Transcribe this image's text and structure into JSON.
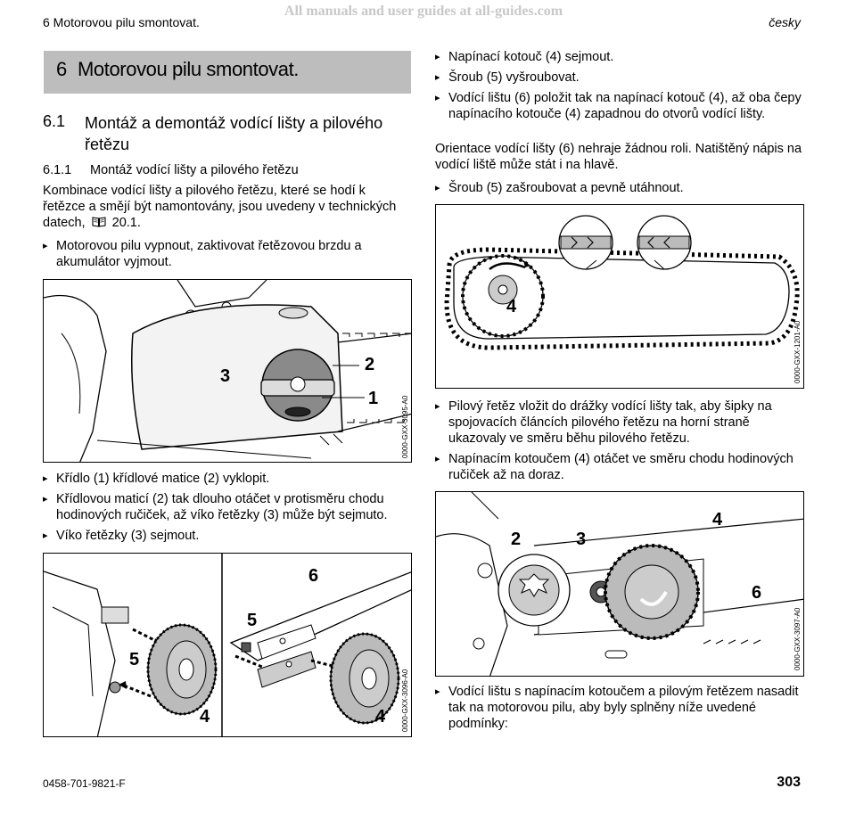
{
  "header": {
    "left": "6 Motorovou pilu smontovat.",
    "right": "česky",
    "watermark": "All manuals and user guides at all-guides.com"
  },
  "chapter": {
    "number": "6",
    "title": "Motorovou pilu smontovat."
  },
  "section": {
    "number": "6.1",
    "title": "Montáž a demontáž vodící lišty a pilového řetězu"
  },
  "subsection": {
    "number": "6.1.1",
    "title": "Montáž vodící lišty a pilového řetězu"
  },
  "left_column": {
    "intro": "Kombinace vodící lišty a pilového řetězu, které se hodí k řetězce a smějí být namontovány, jsou uvedeny v technických datech,",
    "intro_ref": "20.1.",
    "book_icon": "book-icon",
    "bullet_1": "Motorovou pilu vypnout, zaktivovat řetězovou brzdu a akumulátor vyjmout.",
    "bullet_2": "Křídlo (1) křídlové matice (2) vyklopit.",
    "bullet_3": "Křídlovou maticí (2) tak dlouho otáčet v protisměru chodu hodinových ručiček, až víko řetězky (3) může být sejmuto.",
    "bullet_4": "Víko řetězky (3) sejmout."
  },
  "right_column": {
    "bullet_1": "Napínací kotouč (4) sejmout.",
    "bullet_2": "Šroub (5) vyšroubovat.",
    "bullet_3": "Vodící lištu (6) položit tak na napínací kotouč (4), až oba čepy napínacího kotouče (4) zapadnou do otvorů vodící lišty.",
    "para_1": "Orientace vodící lišty (6) nehraje žádnou roli. Natištěný nápis na vodící liště může stát i na hlavě.",
    "bullet_4": "Šroub (5) zašroubovat a pevně utáhnout.",
    "bullet_5": "Pilový řetěz vložit do drážky vodící lišty tak, aby šipky na spojovacích článcích pilového řetězu na horní straně ukazovaly ve směru běhu pilového řetězu.",
    "bullet_6": "Napínacím kotoučem (4) otáčet ve směru chodu hodinových ručiček až na doraz.",
    "bullet_7": "Vodící lištu s napínacím kotoučem a pilovým řetězem nasadit tak na motorovou pilu, aby byly splněny níže uvedené podmínky:"
  },
  "figures": {
    "fig1": {
      "code": "0000-GXX-3095-A0",
      "labels": [
        "3",
        "2",
        "1"
      ]
    },
    "fig2": {
      "code": "0000-GXX-3096-A0",
      "labels": [
        "5",
        "4",
        "6",
        "5",
        "4"
      ]
    },
    "fig3": {
      "code": "0000-GXX-1201-A0",
      "labels": [
        "4"
      ]
    },
    "fig4": {
      "code": "0000-GXX-3097-A0",
      "labels": [
        "2",
        "3",
        "4",
        "6"
      ]
    }
  },
  "footer": {
    "left": "0458-701-9821-F",
    "page": "303"
  }
}
